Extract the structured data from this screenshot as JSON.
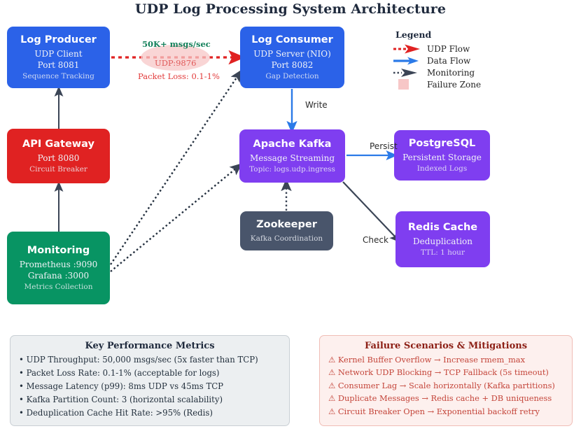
{
  "title": "UDP Log Processing System Architecture",
  "nodes": {
    "log_producer": {
      "title": "Log Producer",
      "line1": "UDP Client",
      "line2": "Port 8081",
      "sub": "Sequence Tracking",
      "color": "#2b62e8"
    },
    "api_gateway": {
      "title": "API Gateway",
      "line1": "Port 8080",
      "line2": "",
      "sub": "Circuit Breaker",
      "color": "#e02222"
    },
    "monitoring": {
      "title": "Monitoring",
      "line1": "Prometheus :9090",
      "line2": "Grafana :3000",
      "sub": "Metrics Collection",
      "color": "#089463"
    },
    "log_consumer": {
      "title": "Log Consumer",
      "line1": "UDP Server (NIO)",
      "line2": "Port 8082",
      "sub": "Gap Detection",
      "color": "#2b62e8"
    },
    "apache_kafka": {
      "title": "Apache Kafka",
      "line1": "Message Streaming",
      "line2": "",
      "sub": "Topic: logs.udp.ingress",
      "color": "#7f3ef0"
    },
    "zookeeper": {
      "title": "Zookeeper",
      "line1": "",
      "line2": "",
      "sub": "Kafka Coordination",
      "color": "#49556b"
    },
    "postgresql": {
      "title": "PostgreSQL",
      "line1": "Persistent Storage",
      "line2": "",
      "sub": "Indexed Logs",
      "color": "#7f3ef0"
    },
    "redis_cache": {
      "title": "Redis Cache",
      "line1": "Deduplication",
      "line2": "",
      "sub": "TTL: 1 hour",
      "color": "#7f3ef0"
    }
  },
  "edge_labels": {
    "throughput": "50K+ msgs/sec",
    "udp_port": "UDP:9876",
    "packet_loss": "Packet Loss: 0.1-1%",
    "write": "Write",
    "persist": "Persist",
    "check": "Check"
  },
  "legend": {
    "title": "Legend",
    "items": [
      {
        "label": "UDP Flow",
        "icon": "red-dotted-arrow-icon",
        "color": "#e02222"
      },
      {
        "label": "Data Flow",
        "icon": "blue-solid-arrow-icon",
        "color": "#2b7ae8"
      },
      {
        "label": "Monitoring",
        "icon": "slate-dotted-arrow-icon",
        "color": "#3b4556"
      },
      {
        "label": "Failure Zone",
        "icon": "pink-square-icon",
        "color": "#f7c7c7"
      }
    ]
  },
  "panels": {
    "metrics": {
      "title": "Key Performance Metrics",
      "items": [
        "• UDP Throughput: 50,000 msgs/sec (5x faster than TCP)",
        "• Packet Loss Rate: 0.1-1% (acceptable for logs)",
        "• Message Latency (p99): 8ms UDP vs 45ms TCP",
        "• Kafka Partition Count: 3 (horizontal scalability)",
        "• Deduplication Cache Hit Rate: >95% (Redis)"
      ]
    },
    "failure": {
      "title": "Failure Scenarios & Mitigations",
      "items": [
        "⚠ Kernel Buffer Overflow → Increase rmem_max",
        "⚠ Network UDP Blocking → TCP Fallback (5s timeout)",
        "⚠ Consumer Lag → Scale horizontally (Kafka partitions)",
        "⚠ Duplicate Messages → Redis cache + DB uniqueness",
        "⚠ Circuit Breaker Open → Exponential backoff retry"
      ]
    }
  }
}
